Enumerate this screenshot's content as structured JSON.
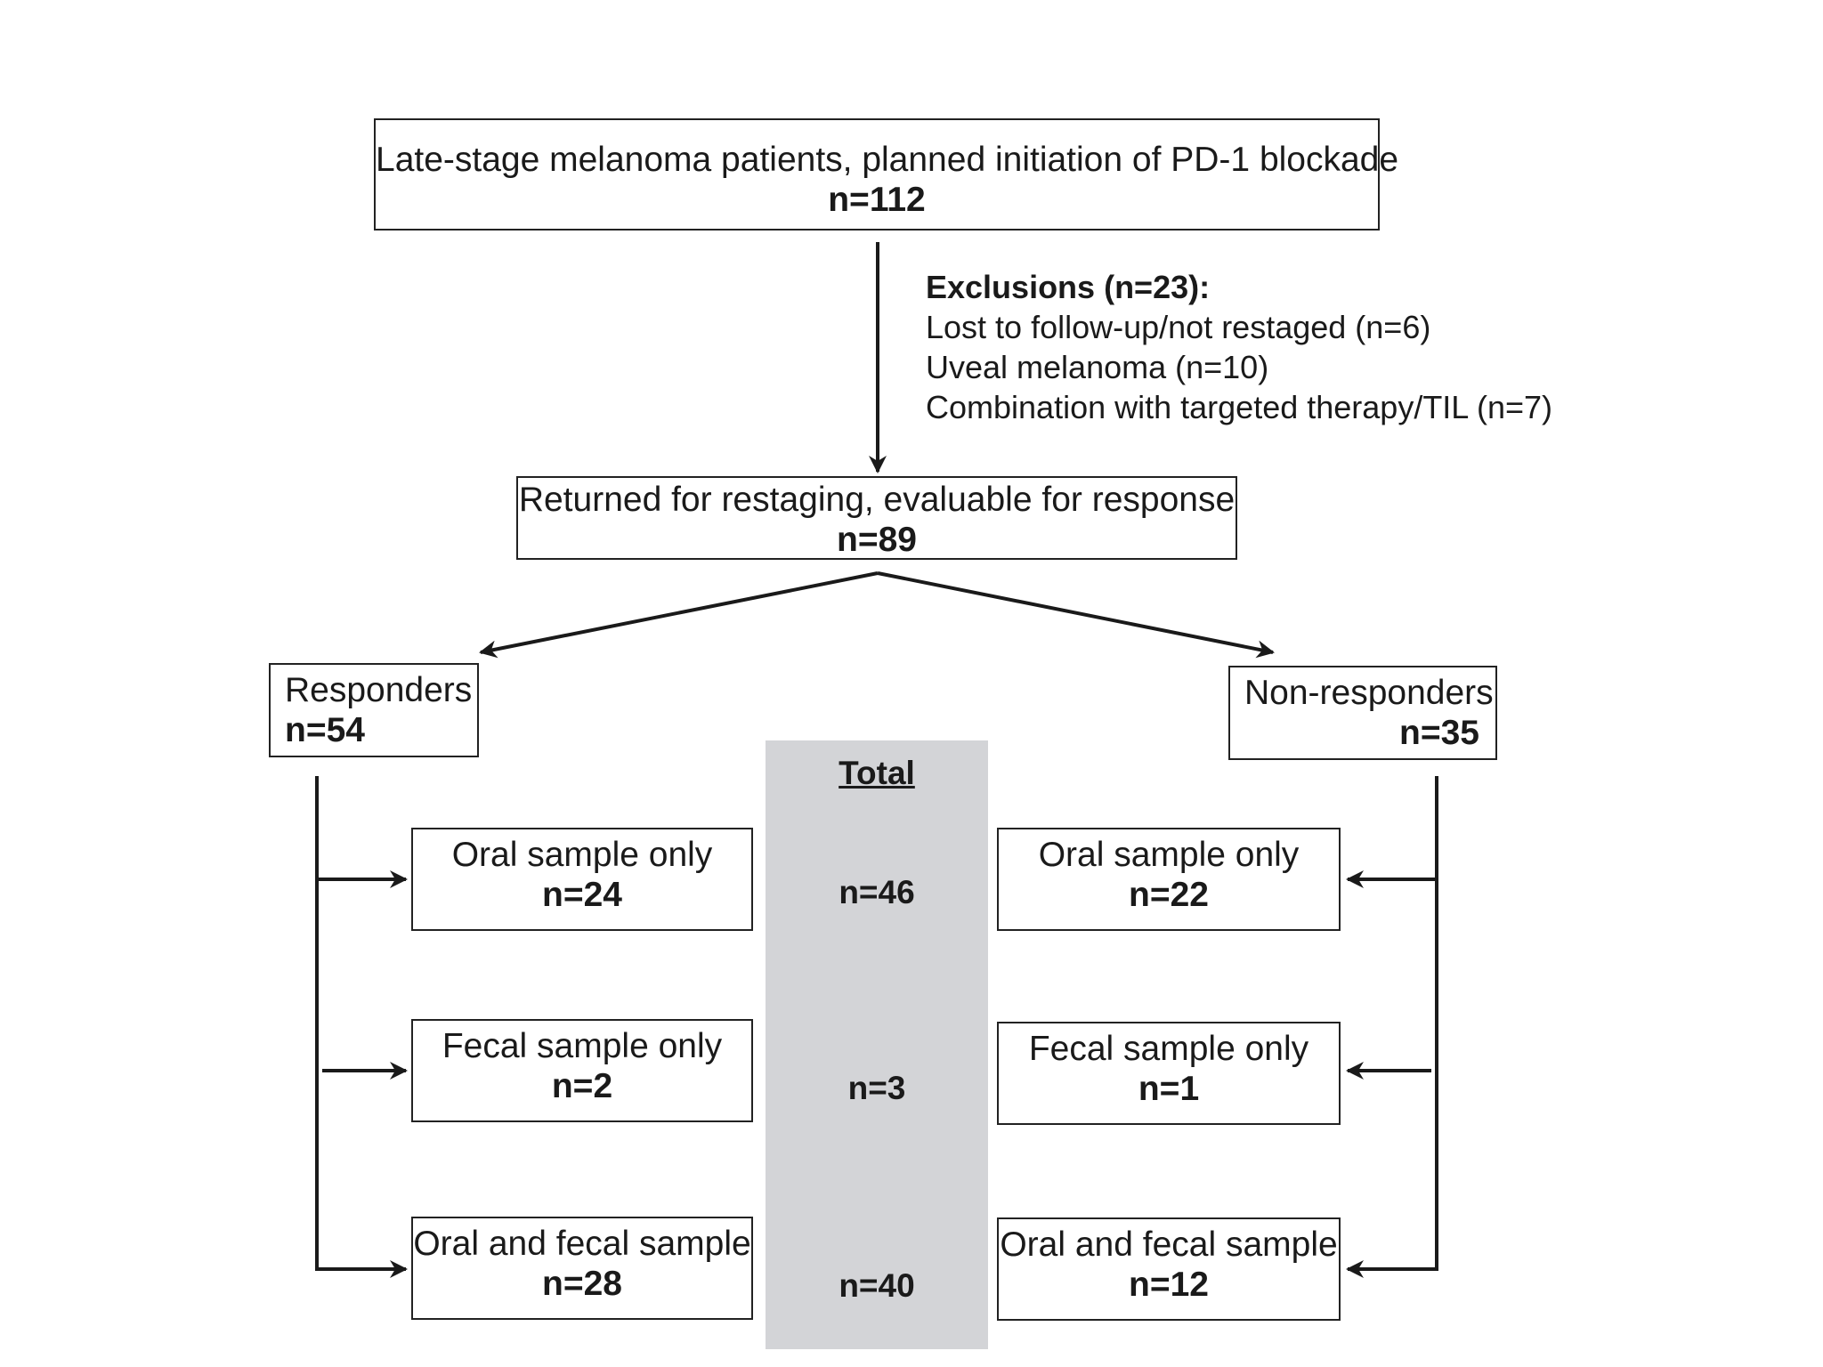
{
  "top": {
    "label": "Late-stage melanoma patients, planned initiation of PD-1 blockade",
    "n": "n=112"
  },
  "exclusions": {
    "heading": "Exclusions (n=23):",
    "items": [
      "Lost to follow-up/not restaged (n=6)",
      "Uveal melanoma (n=10)",
      "Combination with targeted therapy/TIL (n=7)"
    ]
  },
  "evaluable": {
    "label": "Returned for restaging, evaluable for response",
    "n": "n=89"
  },
  "responders": {
    "label": "Responders",
    "n": "n=54",
    "oral": {
      "label": "Oral sample only",
      "n": "n=24"
    },
    "fecal": {
      "label": "Fecal sample only",
      "n": "n=2"
    },
    "both": {
      "label": "Oral and fecal sample",
      "n": "n=28"
    }
  },
  "nonresponders": {
    "label": "Non-responders",
    "n": "n=35",
    "oral": {
      "label": "Oral sample only",
      "n": "n=22"
    },
    "fecal": {
      "label": "Fecal sample only",
      "n": "n=1"
    },
    "both": {
      "label": "Oral and fecal sample",
      "n": "n=12"
    }
  },
  "total": {
    "heading": "Total",
    "oral": "n=46",
    "fecal": "n=3",
    "both": "n=40"
  },
  "colors": {
    "line": "#1a1a1a",
    "total_panel": "#d3d4d7"
  }
}
